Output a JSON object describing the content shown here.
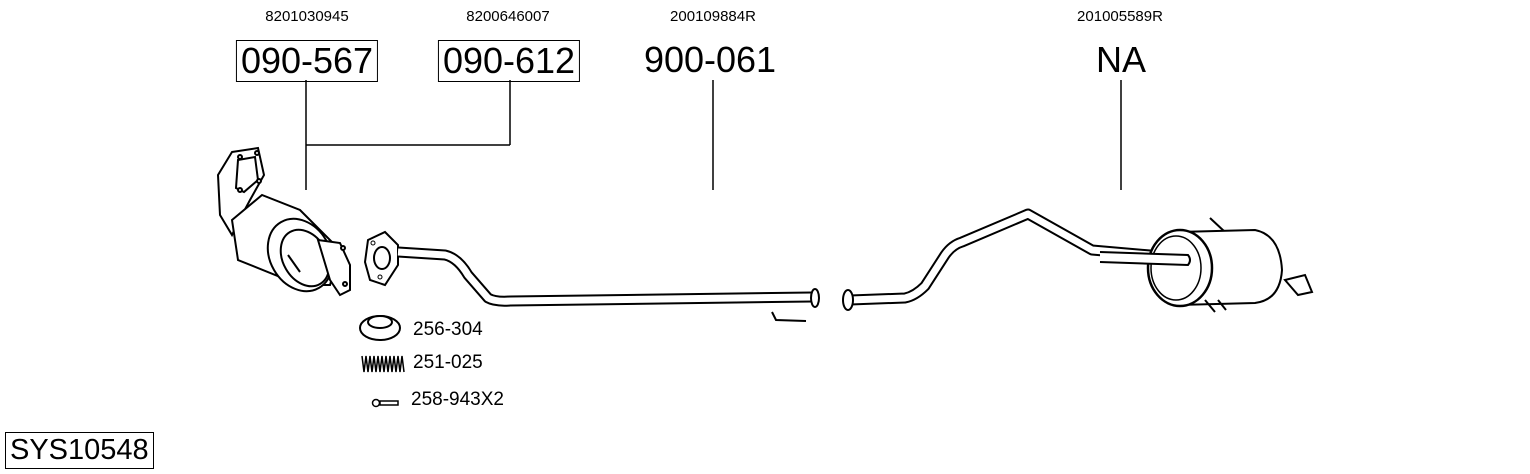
{
  "system_code": "SYS10548",
  "parts": [
    {
      "oem": "8201030945",
      "part_no": "090-567",
      "boxed": true
    },
    {
      "oem": "8200646007",
      "part_no": "090-612",
      "boxed": true
    },
    {
      "oem": "200109884R",
      "part_no": "900-061",
      "boxed": false
    },
    {
      "oem": "201005589R",
      "part_no": "NA",
      "boxed": false
    }
  ],
  "accessories": [
    {
      "part_no": "256-304",
      "icon": "gasket-ring-icon"
    },
    {
      "part_no": "251-025",
      "icon": "spring-icon"
    },
    {
      "part_no": "258-943X2",
      "icon": "bolt-icon"
    }
  ]
}
